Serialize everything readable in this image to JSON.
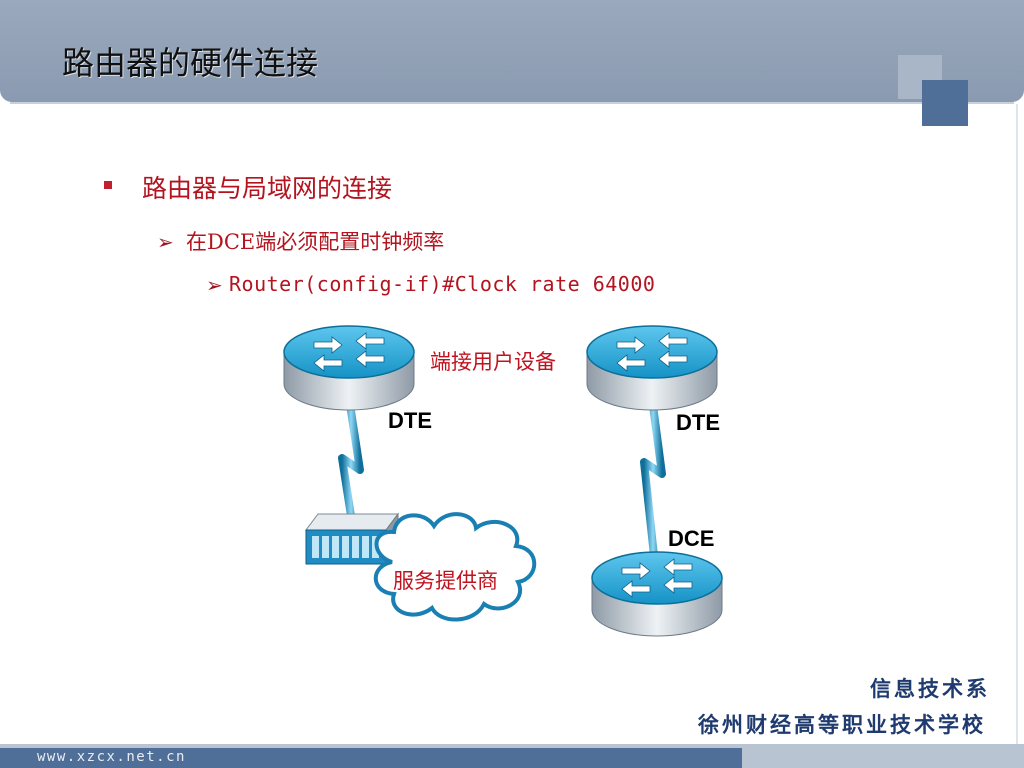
{
  "slide": {
    "title": "路由器的硬件连接",
    "bullet1": "路由器与局域网的连接",
    "bullet2": "在DCE端必须配置时钟频率",
    "bullet3": "Router(config-if)#Clock rate 64000",
    "bullet2_marker": "➢",
    "bullet3_marker": "➢"
  },
  "diagram": {
    "label_user_device": "端接用户设备",
    "label_dte_left": "DTE",
    "label_dte_right": "DTE",
    "label_dce": "DCE",
    "label_provider": "服务提供商"
  },
  "footer": {
    "department": "信息技术系",
    "school": "徐州财经高等职业技术学校",
    "url": "www.xzcx.net.cn"
  },
  "colors": {
    "header": "#8a9ab0",
    "accent_red": "#b3141f",
    "router_blue": "#1aa6d8",
    "footer_text": "#1f3a6e",
    "bottom_bar": "#4f6f98"
  }
}
